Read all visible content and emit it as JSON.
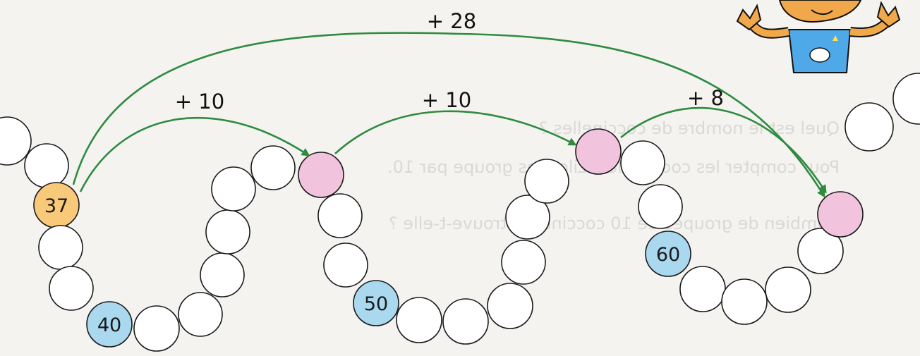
{
  "colors": {
    "background": "#f4f3f0",
    "bead_default": "#ffffff",
    "bead_start": "#f9c97a",
    "bead_tens": "#a9d8ef",
    "bead_target": "#f2c3dc",
    "arrow": "#2e8b3f"
  },
  "caterpillar": {
    "start_number": "37",
    "tens_labels": [
      "40",
      "50",
      "60"
    ]
  },
  "jumps": {
    "j1": "+ 10",
    "j2": "+ 10",
    "j3": "+ 8",
    "total": "+ 28"
  },
  "background_text": {
    "line1": "Quel est le nombre de coccinelles ?",
    "line2": "Pour compter les coccinelles, Lilou les groupe par 10.",
    "line3": "Combien de groupes de 10 coccinelles trouve-t-elle ?"
  },
  "character": {
    "icon": "boy-character-icon"
  }
}
